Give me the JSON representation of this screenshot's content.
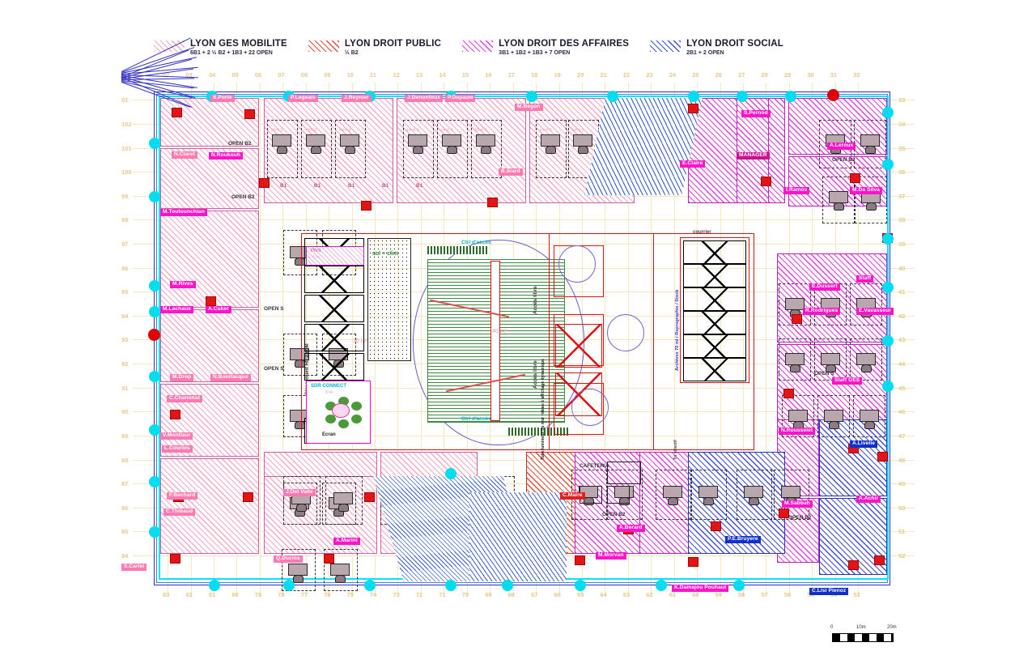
{
  "legend": [
    {
      "name": "LYON GES MOBILITE",
      "detail": "6B1 + 2 ½ B2 + 1B3 + 22 OPEN",
      "color": "#f7a8c4",
      "style": "hatch-pink"
    },
    {
      "name": "LYON DROIT PUBLIC",
      "detail": "½ B2",
      "color": "#e0503c",
      "style": "hatch-red"
    },
    {
      "name": "LYON DROIT DES AFFAIRES",
      "detail": "3B1 + 1B2 + 1B3 + 7 OPEN",
      "color": "#e040e0",
      "style": "hatch-mag"
    },
    {
      "name": "LYON DROIT SOCIAL",
      "detail": "2B1 + 2 OPEN",
      "color": "#4050d8",
      "style": "hatch-blue"
    }
  ],
  "rulers": {
    "top": [
      "02",
      "03",
      "04",
      "05",
      "06",
      "07",
      "08",
      "09",
      "10",
      "11",
      "12",
      "13",
      "14",
      "15",
      "16",
      "17",
      "18",
      "19",
      "20",
      "21",
      "22",
      "23",
      "24",
      "25",
      "26",
      "27",
      "28",
      "29",
      "30",
      "31",
      "32"
    ],
    "bottom": [
      "83",
      "82",
      "81",
      "80",
      "79",
      "78",
      "77",
      "76",
      "75",
      "74",
      "73",
      "72",
      "71",
      "70",
      "69",
      "68",
      "67",
      "66",
      "65",
      "64",
      "63",
      "62",
      "61",
      "60",
      "59",
      "58",
      "57",
      "56",
      "55",
      "54",
      "53"
    ],
    "left": [
      "01",
      "102",
      "101",
      "100",
      "99",
      "98",
      "97",
      "96",
      "95",
      "94",
      "93",
      "92",
      "91",
      "90",
      "89",
      "88",
      "87",
      "86",
      "85",
      "84"
    ],
    "right": [
      "33",
      "34",
      "35",
      "36",
      "37",
      "38",
      "39",
      "40",
      "41",
      "42",
      "43",
      "44",
      "45",
      "46",
      "47",
      "48",
      "49",
      "50",
      "51",
      "52"
    ]
  },
  "top_tags": [
    "S.Porte",
    "P.Legeais",
    "J.Reynier",
    "J.Denonfoux",
    "P.Depauw"
  ],
  "bottom_tags": [
    "K.Damajou Pouhaut",
    "C.Lisi Pienoz"
  ],
  "left_tags": [
    "S.Carlei"
  ],
  "offices": {
    "north_west": [
      "N.Claret",
      "N.Roukouh"
    ],
    "west": [
      "M.Toutounchian",
      "M.Rives",
      "M.Lachaux",
      "A.Cuker",
      "M.Drop",
      "N.Bonifacque",
      "C.Chanonat",
      "V.Montlaur",
      "L.Courbis",
      "F.Bechard",
      "C.Thibaud"
    ],
    "north_center": [
      "M.Begon",
      "B.Siard"
    ],
    "north_east": [
      "S.Pernod",
      "A.Leroux",
      "I.Ramos",
      "M.Da Silva",
      "E.Claire"
    ],
    "east": [
      "E.Dussert",
      "Staff",
      "R.Rodrigues",
      "E.Vavasseur",
      "Staff GES",
      "N.Rousselet",
      "A.Livelle",
      "A.Achir",
      "M.Sabbah"
    ],
    "south": [
      "J.Del Valle",
      "Q.Duclos",
      "A.Marini",
      "C.Maire",
      "A.Berard",
      "M.Morvan",
      "P.E.Bruyere"
    ],
    "manager_tag": "MANAGER"
  },
  "open_labels": [
    "OPEN B2",
    "OPEN B2",
    "OPEN S",
    "OPEN S",
    "OPEN B2",
    "OPEN S",
    "OPEN B2",
    "OPEN B2"
  ],
  "core": {
    "ctrl_access_top": "Ctrl d'accès",
    "ctrl_access_bottom": "Ctrl d'accès",
    "acces_libre_1": "Accès libre",
    "acces_libre_2": "Accès libre",
    "area_40": "40 m²",
    "area_10": "10 m²",
    "classement": "Classement Ht. 2.40M",
    "sdr": "SDR CONNECT",
    "sdr_area": "8 m²",
    "ecran": "Ecran",
    "print": "Print",
    "print_area": "4 m²",
    "sol_clim": "sol + clim",
    "courrier": "courrier",
    "archives": "Archives 70 ml / Reprographie / Stock",
    "tri_label": "Tri sélectif",
    "vertical_note": "Tube lumineux ou mur rideau à affichage dynamique",
    "cafeteria": "CAFETERIA"
  },
  "scale": {
    "left": "0",
    "mid": "10m",
    "right": "20m"
  }
}
